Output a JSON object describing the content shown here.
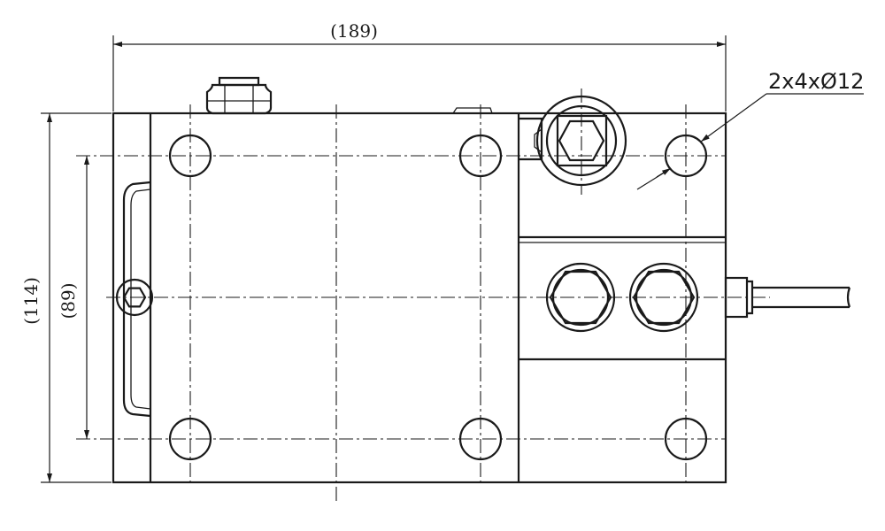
{
  "dimensions": {
    "overall_width": "(189)",
    "overall_height": "(114)",
    "hole_spacing_vertical": "(89)"
  },
  "hole_callout": "2x4xØ12"
}
